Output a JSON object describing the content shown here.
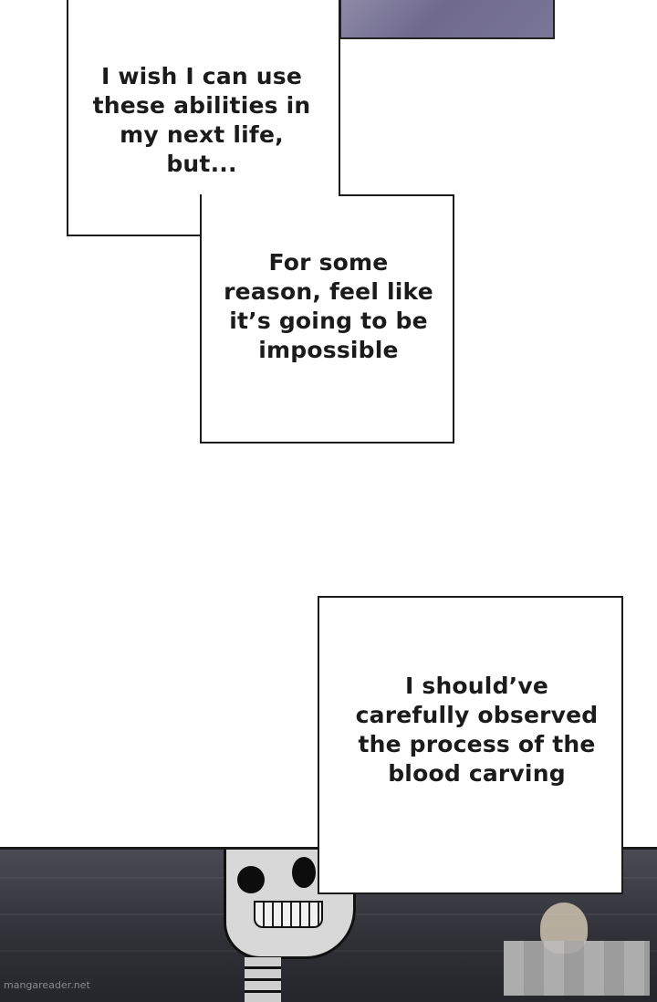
{
  "captions": {
    "first": "I wish I can use these abilities in my next life, but...",
    "second": "For some reason, feel like it’s going to be impossible",
    "third": "I should’ve carefully observed the process of the blood carving"
  },
  "watermark": "mangareader.net"
}
